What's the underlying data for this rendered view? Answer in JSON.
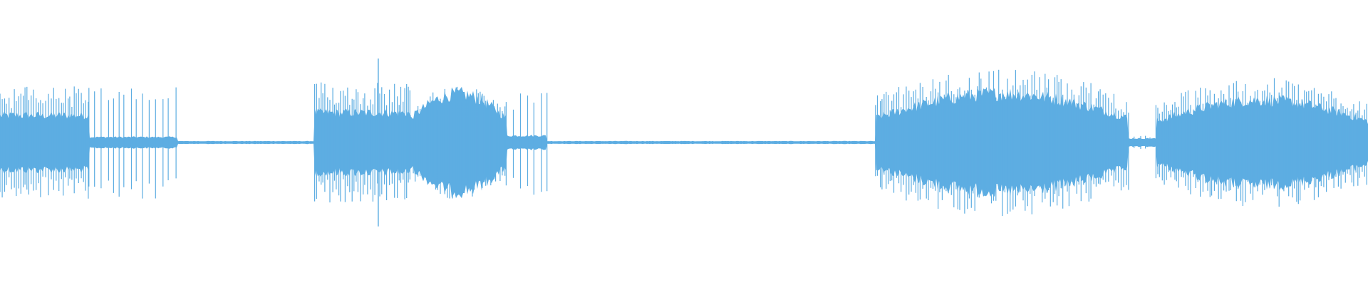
{
  "waveform": {
    "color": "#5dade2",
    "background": "#ffffff",
    "segments": [
      {
        "start": 0.0,
        "end": 0.065,
        "peak": 0.42,
        "body": 0.2,
        "style": "dense"
      },
      {
        "start": 0.065,
        "end": 0.13,
        "peak": 0.42,
        "body": 0.04,
        "style": "sparse"
      },
      {
        "start": 0.13,
        "end": 0.23,
        "peak": 0.01,
        "body": 0.01,
        "style": "silence"
      },
      {
        "start": 0.23,
        "end": 0.3,
        "peak": 0.45,
        "body": 0.22,
        "style": "dense"
      },
      {
        "start": 0.3,
        "end": 0.37,
        "peak": 0.42,
        "body": 0.3,
        "style": "dense-swell"
      },
      {
        "start": 0.37,
        "end": 0.4,
        "peak": 0.4,
        "body": 0.05,
        "style": "sparse"
      },
      {
        "start": 0.4,
        "end": 0.64,
        "peak": 0.01,
        "body": 0.01,
        "style": "silence"
      },
      {
        "start": 0.64,
        "end": 0.825,
        "peak": 0.55,
        "body": 0.3,
        "style": "dense-swell"
      },
      {
        "start": 0.825,
        "end": 0.845,
        "peak": 0.05,
        "body": 0.03,
        "style": "sparse"
      },
      {
        "start": 0.845,
        "end": 1.0,
        "peak": 0.48,
        "body": 0.26,
        "style": "dense-swell"
      }
    ],
    "spike": {
      "pos": 0.2765,
      "level": 0.62
    }
  }
}
